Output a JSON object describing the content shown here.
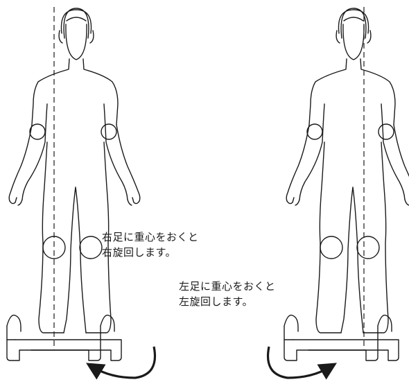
{
  "captions": {
    "right_turn": {
      "line1": "右足に重心をおくと",
      "line2": "右旋回します。"
    },
    "left_turn": {
      "line1": "左足に重心をおくと",
      "line2": "左旋回します。"
    }
  },
  "colors": {
    "stroke": "#1a1a1a",
    "background": "#ffffff"
  },
  "icons": [
    "person-outline",
    "helmet-icon",
    "elbow-pad-icon",
    "knee-pad-icon",
    "hoverboard-icon",
    "rotation-arrow-icon"
  ]
}
